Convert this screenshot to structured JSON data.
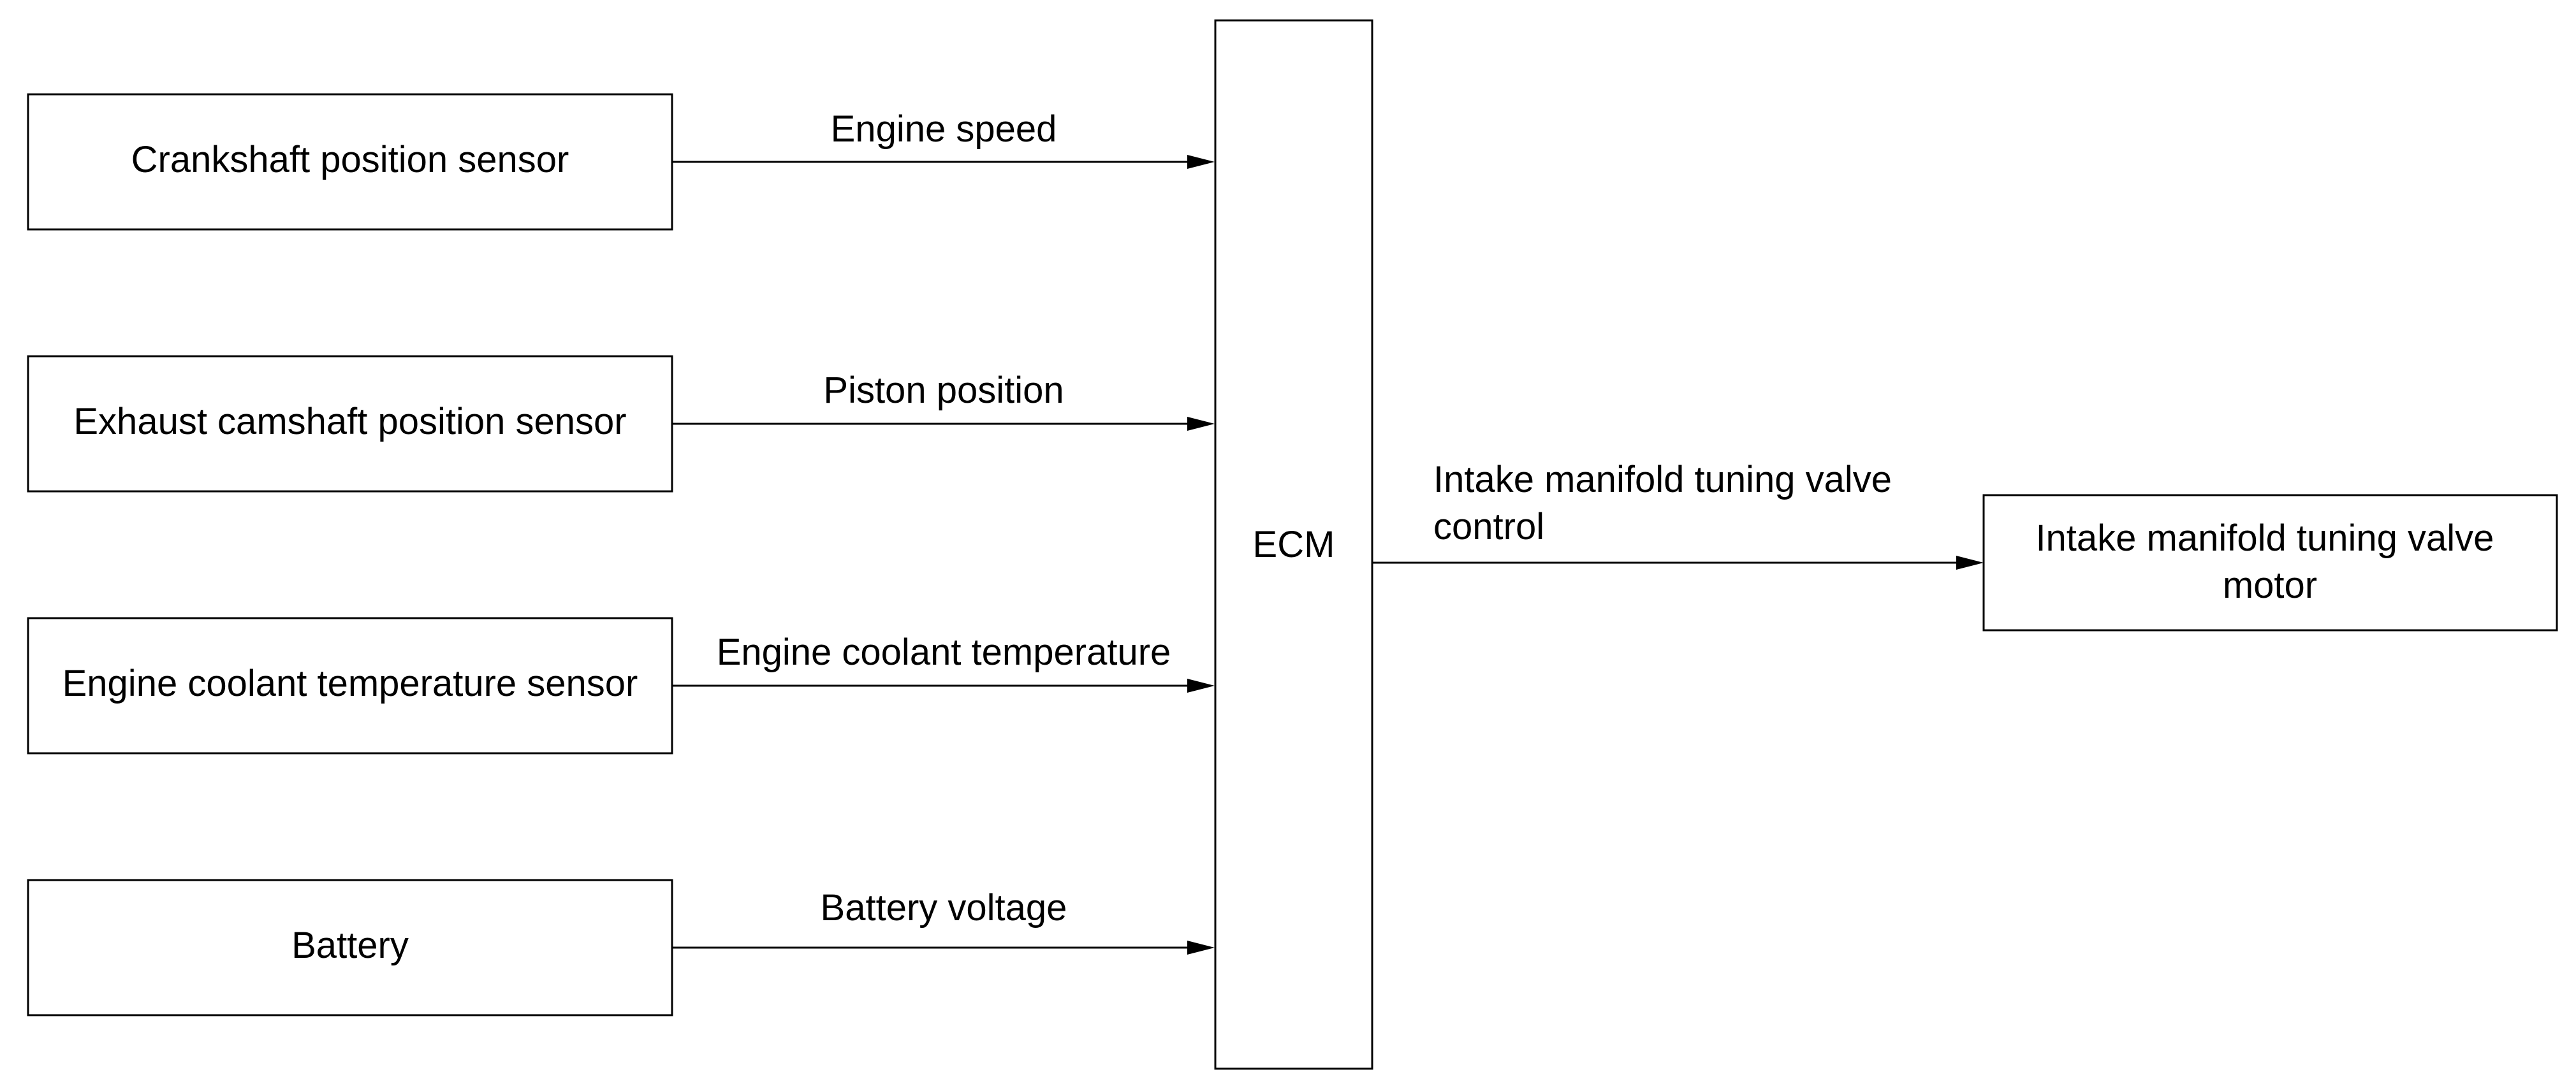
{
  "diagram": {
    "inputs": [
      {
        "box_label": "Crankshaft position sensor",
        "signal": "Engine speed"
      },
      {
        "box_label": "Exhaust camshaft position sensor",
        "signal": "Piston position"
      },
      {
        "box_label": "Engine coolant temperature sensor",
        "signal": "Engine coolant temperature"
      },
      {
        "box_label": "Battery",
        "signal": "Battery voltage"
      }
    ],
    "controller": {
      "label": "ECM"
    },
    "output": {
      "signal_lines": [
        "Intake manifold tuning valve",
        "control"
      ],
      "box_lines": [
        "Intake manifold tuning valve",
        "motor"
      ]
    }
  }
}
